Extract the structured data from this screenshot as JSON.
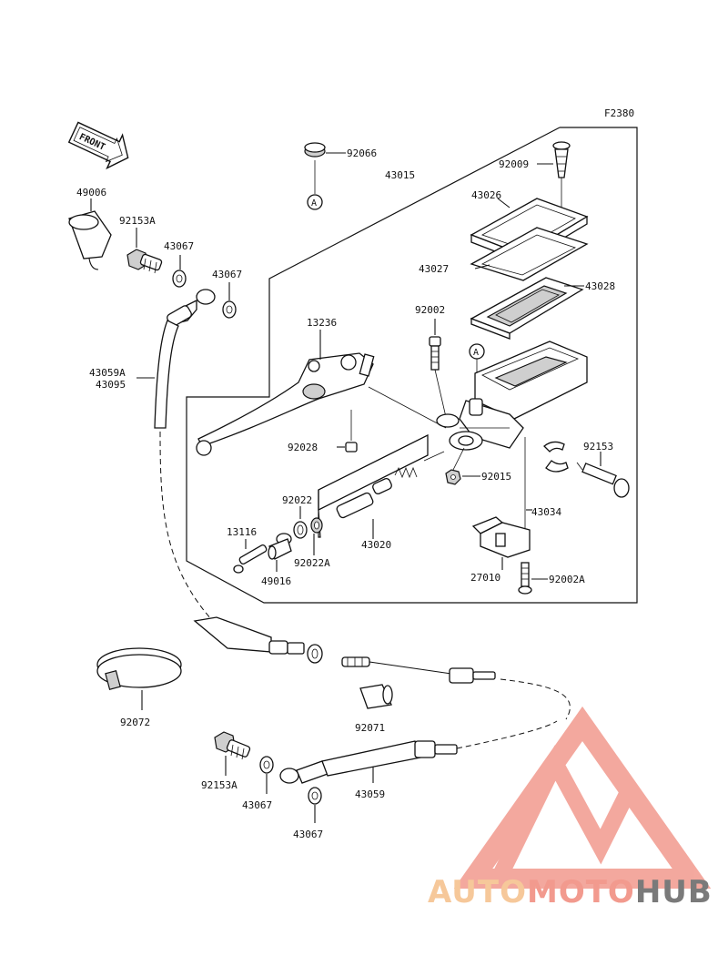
{
  "figure_code": "F2380",
  "front_label": "FRONT",
  "ref_marker": "A",
  "parts": {
    "p92066": "92066",
    "p43015": "43015",
    "p92009": "92009",
    "p43026": "43026",
    "p43027": "43027",
    "p43028": "43028",
    "p92002": "92002",
    "p13236": "13236",
    "p92028": "92028",
    "p92015": "92015",
    "p92153": "92153",
    "p43034": "43034",
    "p27010": "27010",
    "p92002A": "92002A",
    "p43020": "43020",
    "p92022": "92022",
    "p92022A": "92022A",
    "p13116": "13116",
    "p49016": "49016",
    "p49006": "49006",
    "p92153A_top": "92153A",
    "p43067_a": "43067",
    "p43067_b": "43067",
    "p43059A": "43059A",
    "p43095": "43095",
    "p92072": "92072",
    "p92071": "92071",
    "p92153A_bottom": "92153A",
    "p43067_c": "43067",
    "p43067_d": "43067",
    "p43059": "43059"
  },
  "watermark": {
    "part1": "AUTO",
    "part2": "MOTO",
    "part3": "HUB",
    "colors": {
      "auto": "#f6c89a",
      "moto": "#f29a8e",
      "hub": "#7a7a7a",
      "triangle": "#f29a8e"
    }
  }
}
